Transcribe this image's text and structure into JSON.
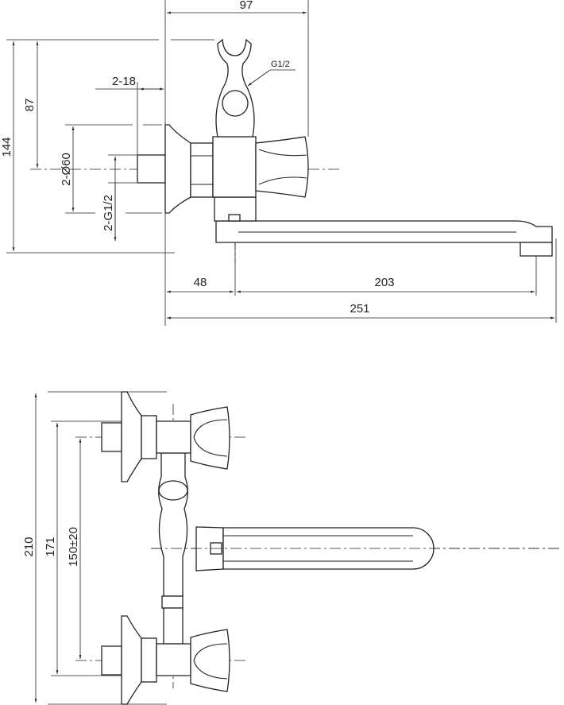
{
  "title": "Wall-mounted faucet dimension drawing",
  "top_view": {
    "dims": {
      "width_97": "97",
      "thread_top": "G1/2",
      "inlet_len": "2-18",
      "height_87": "87",
      "height_144": "144",
      "flange_dia": "2-Ø60",
      "inlet_thread": "2-G1/2",
      "offset_48": "48",
      "spout_203": "203",
      "total_251": "251"
    }
  },
  "front_view": {
    "dims": {
      "height_210": "210",
      "height_171": "171",
      "centers": "150±20"
    }
  }
}
